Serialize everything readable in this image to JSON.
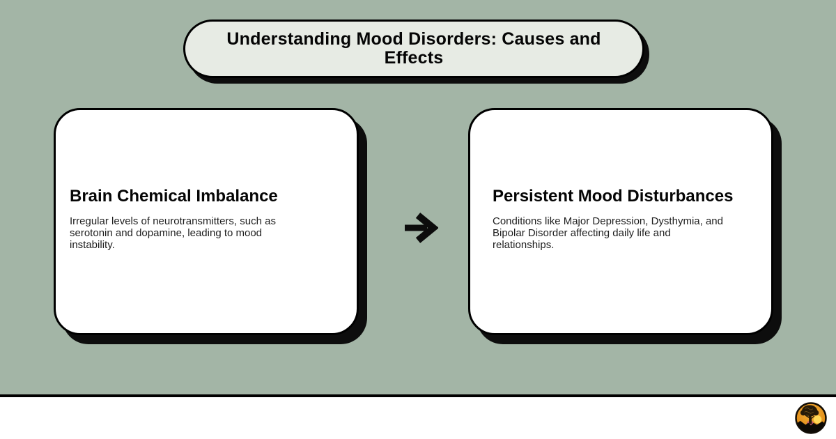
{
  "banner": {
    "title": "Understanding Mood Disorders: Causes and\nEffects"
  },
  "diagram": {
    "cards": [
      {
        "title": "Brain Chemical Imbalance",
        "body": "Irregular levels of neurotransmitters, such as\nserotonin and dopamine, leading to mood\ninstability."
      },
      {
        "title": "Persistent Mood Disturbances",
        "body": "Conditions like Major Depression, Dysthymia, and\nBipolar Disorder affecting daily life and\nrelationships."
      }
    ],
    "arrow_icon": "right-arrow"
  },
  "footer": {
    "logo_icon": "brain-tree-sunset-logo"
  },
  "colors": {
    "page_background": "#a3b5a6",
    "banner_fill": "#e7ebe4",
    "card_fill": "#ffffff",
    "outline": "#000000",
    "shadow": "#0d0d0d",
    "body_text": "#1e1e1e",
    "arrow": "#0c0c0c",
    "logo_orange": "#e08c17",
    "logo_sun_yellow": "#ffd957",
    "logo_pink": "#c75677",
    "logo_dark": "#251a09"
  }
}
